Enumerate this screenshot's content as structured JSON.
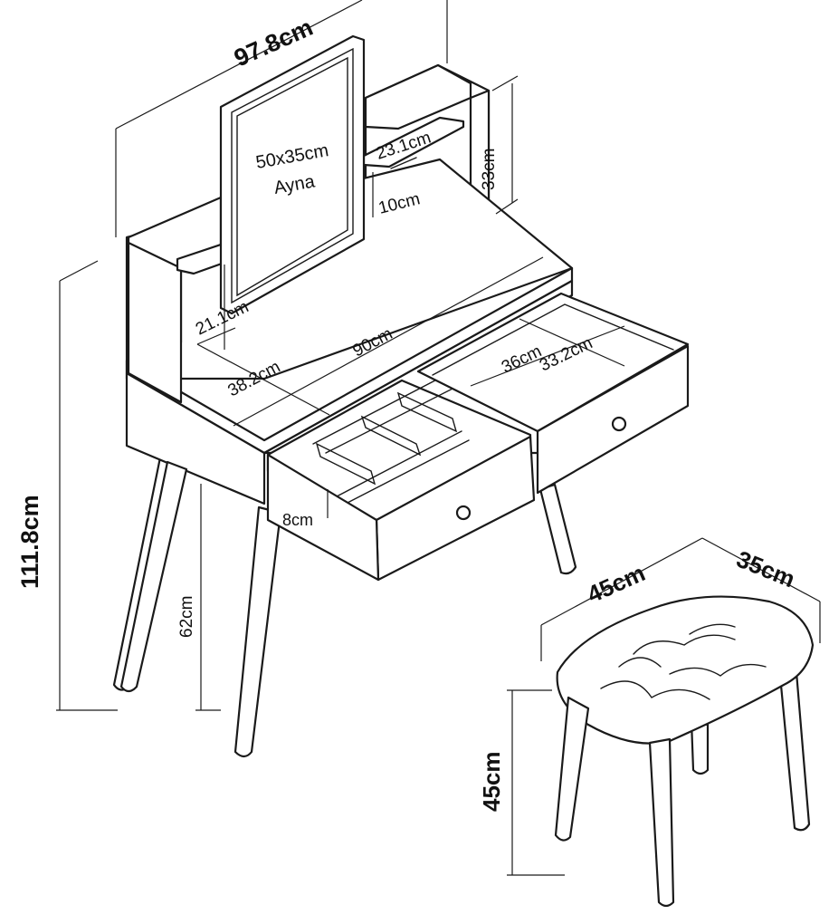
{
  "labels": {
    "total_width": "97.8cm",
    "mirror_size": "50x35cm",
    "mirror_name": "Ayna",
    "shelf_width": "23.1cm",
    "upper_height": "33cm",
    "shelf_gap": "10cm",
    "left_shelf_height": "21.1cm",
    "desk_width": "90cm",
    "left_depth": "38.2cm",
    "drawer_depth": "36cm",
    "drawer_width": "33.2cm",
    "total_height": "111.8cm",
    "drawer_height": "8cm",
    "leg_height": "62cm",
    "stool_width": "45cm",
    "stool_depth": "35cm",
    "stool_height": "45cm"
  }
}
